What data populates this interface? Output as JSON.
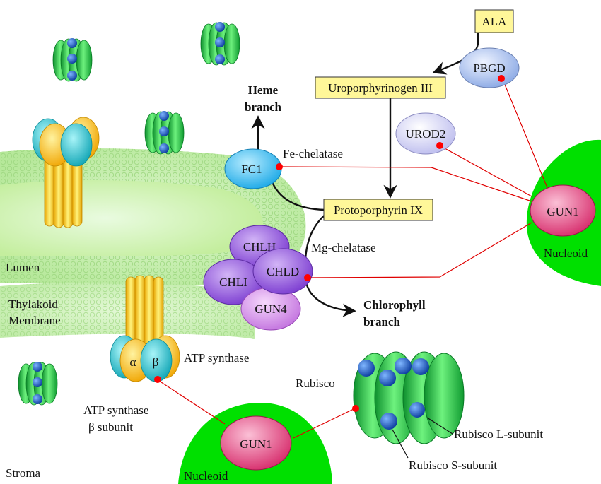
{
  "labels": {
    "ala": "ALA",
    "uroporphyrinogen": "Uroporphyrinogen III",
    "protoporphyrin": "Protoporphyrin IX",
    "pbgd": "PBGD",
    "urod2": "UROD2",
    "fc1": "FC1",
    "fe_chelatase": "Fe-chelatase",
    "heme_branch_1": "Heme",
    "heme_branch_2": "branch",
    "chlh": "CHLH",
    "chli": "CHLI",
    "chld": "CHLD",
    "gun4": "GUN4",
    "mg_chelatase": "Mg-chelatase",
    "chlorophyll_branch_1": "Chlorophyll",
    "chlorophyll_branch_2": "branch",
    "gun1_right": "GUN1",
    "nucleoid_right": "Nucleoid",
    "gun1_bottom": "GUN1",
    "nucleoid_bottom": "Nucleoid",
    "lumen": "Lumen",
    "thylakoid_1": "Thylakoid",
    "thylakoid_2": "Membrane",
    "stroma": "Stroma",
    "alpha": "α",
    "beta": "β",
    "atp_synthase": "ATP synthase",
    "atp_beta_1": "ATP synthase",
    "atp_beta_2": "β subunit",
    "rubisco": "Rubisco",
    "rubisco_l": "Rubisco L-subunit",
    "rubisco_s": "Rubisco S-subunit"
  },
  "colors": {
    "membrane": "#c8f0b0",
    "nucleoid": "#00e000",
    "gun1": "#e8407a",
    "link_line": "#e00000",
    "link_dot": "#ff0000",
    "box_fill": "#fff799",
    "fc1": "#30b8f0",
    "pbgd": "#a8c0ec",
    "urod2": "#d0d0f4",
    "chelatase": "#9a5ae0",
    "gun4": "#d690e8",
    "rubisco_green": "#22c84a",
    "rubisco_blue": "#1656c8",
    "atp_yellow": "#f6c61c",
    "atp_cyan": "#22c0c8"
  }
}
